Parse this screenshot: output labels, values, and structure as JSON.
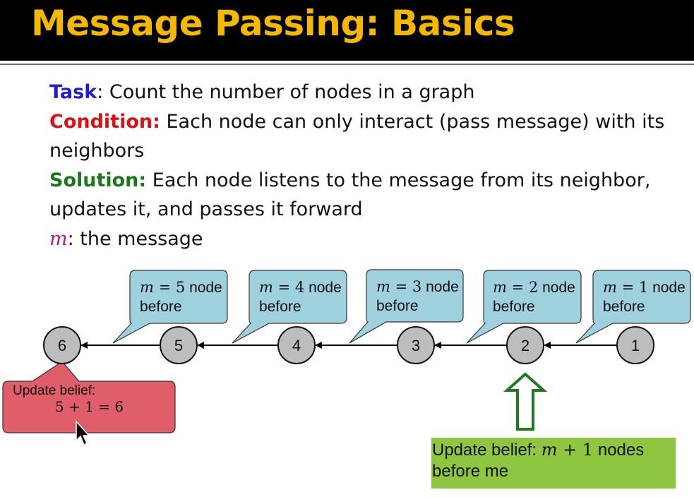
{
  "slide": {
    "title": "Message Passing: Basics",
    "lines": {
      "task_label": "Task",
      "task_text": ": Count the number of nodes in a graph",
      "condition_label": "Condition:",
      "condition_text": " Each node can only interact (pass message) with its neighbors",
      "solution_label": "Solution:",
      "solution_text": " Each node listens to the message from its neighbor, updates it, and passes it forward",
      "m_symbol": "m",
      "m_text": ": the message"
    }
  },
  "diagram": {
    "nodes": [
      "6",
      "5",
      "4",
      "3",
      "2",
      "1"
    ],
    "callouts": [
      {
        "m": "m",
        "eq": " = 5",
        "line1": " node",
        "line2": "before"
      },
      {
        "m": "m",
        "eq": " = 4",
        "line1": " node",
        "line2": "before"
      },
      {
        "m": "m",
        "eq": " = 3",
        "line1": " node",
        "line2": "before"
      },
      {
        "m": "m",
        "eq": " = 2",
        "line1": " node",
        "line2": "before"
      },
      {
        "m": "m",
        "eq": " = 1",
        "line1": " node",
        "line2": "before"
      }
    ],
    "red_note": {
      "line1": "Update belief:",
      "equation": "5 + 1 = 6"
    },
    "green_note": {
      "prefix": "Update belief: ",
      "m": "m",
      "expr": " + 1",
      "suffix": " nodes before me"
    }
  },
  "colors": {
    "title_bg": "#000000",
    "title_text": "#f5b800",
    "task": "#1f1fd1",
    "condition": "#e01010",
    "solution": "#1a7a1a",
    "m_symbol": "#b0179e",
    "callout_blue": "#9fd0de",
    "note_red": "#e05d6a",
    "note_green": "#8ec63f",
    "arrow_green": "#1d7a1d",
    "node_fill": "#bdbdbd"
  }
}
